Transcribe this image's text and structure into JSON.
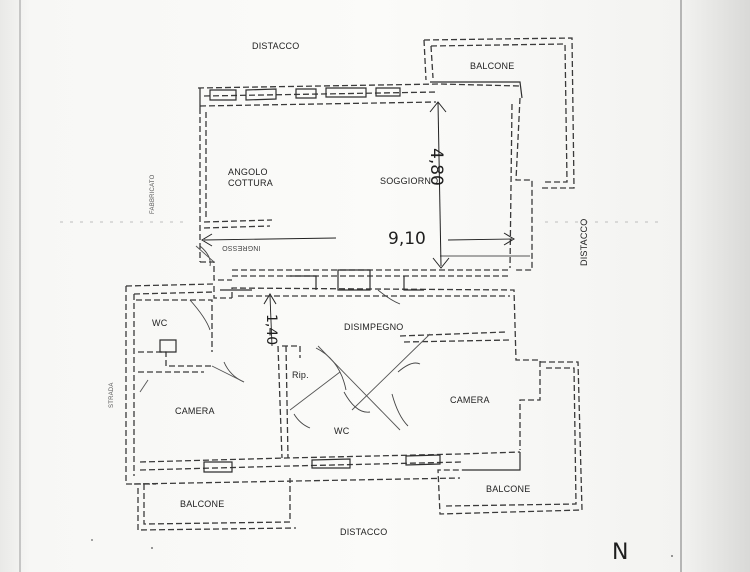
{
  "plan": {
    "labels": {
      "distacco_top": "DISTACCO",
      "distacco_right": "DISTACCO",
      "distacco_bottom": "DISTACCO",
      "balcone_top": "BALCONE",
      "balcone_bottom_left": "BALCONE",
      "balcone_bottom_right": "BALCONE",
      "angolo_cottura": "ANGOLO\nCOTTURA",
      "soggiorno": "SOGGIORNO",
      "ingresso": "INGRESSO",
      "disimpegno": "DISIMPEGNO",
      "wc_left": "WC",
      "wc_center": "WC",
      "rip": "Rip.",
      "camera_left": "CAMERA",
      "camera_right": "CAMERA",
      "fabbricato": "FABBRICATO",
      "strada": "STRADA"
    },
    "dimensions": {
      "height_soggiorno": "4,80",
      "width_soggiorno": "9,10",
      "disimpegno": "1,40"
    },
    "north": "N"
  }
}
